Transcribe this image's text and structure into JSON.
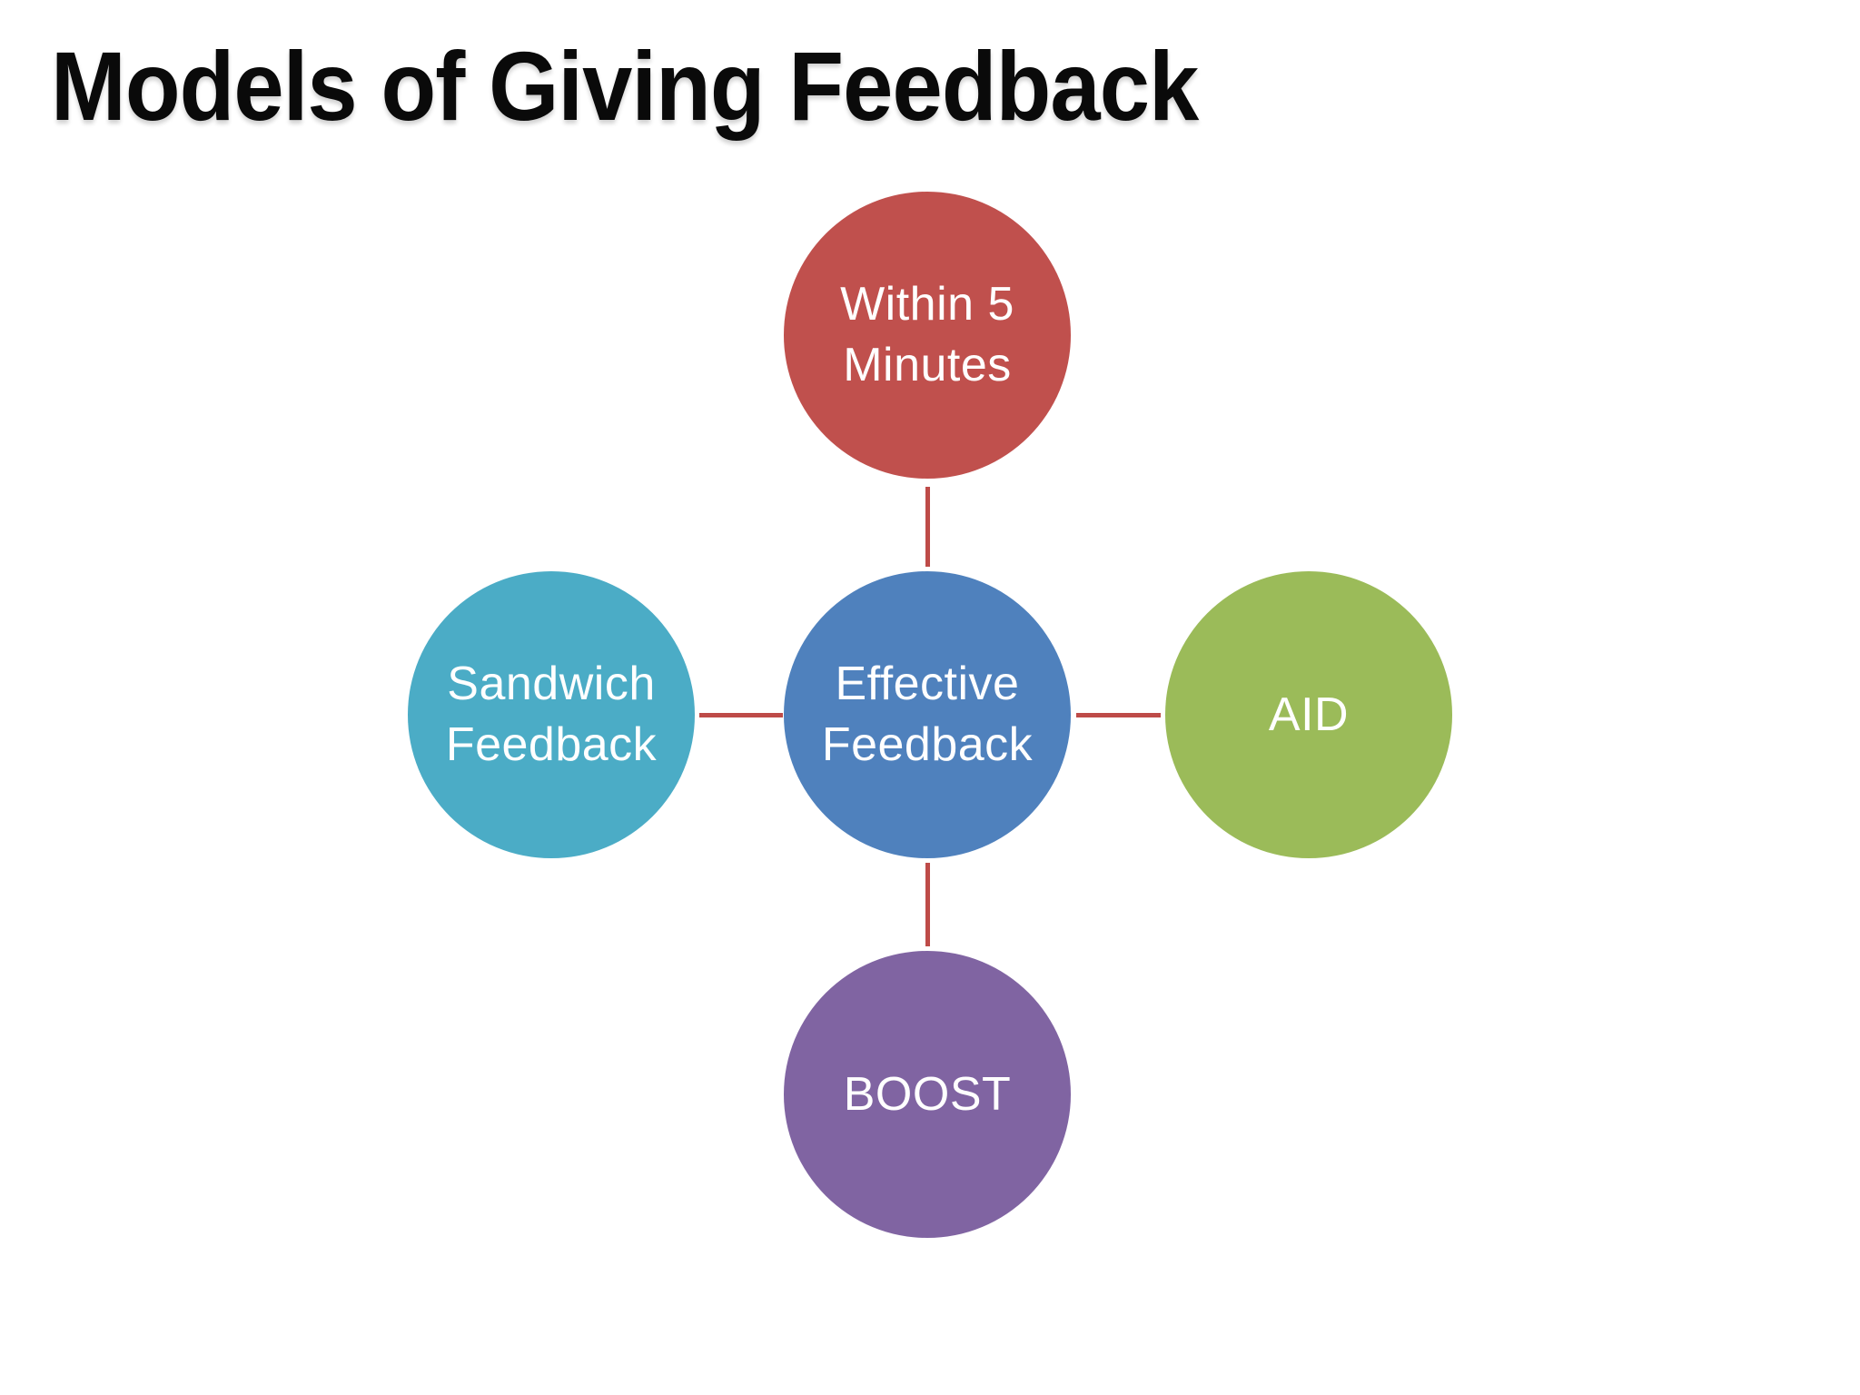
{
  "slide": {
    "title": "Models of Giving Feedback",
    "title_color": "#0a0a0a",
    "background_color": "#ffffff"
  },
  "diagram": {
    "type": "radial-hub-and-spoke",
    "connector_color": "#be4b48",
    "text_color": "#ffffff",
    "center": {
      "id": "effective-feedback",
      "label": "Effective\nFeedback",
      "color": "#4f81bd"
    },
    "nodes": [
      {
        "id": "within-5-minutes",
        "position": "top",
        "label": "Within 5\nMinutes",
        "color": "#c0504d"
      },
      {
        "id": "aid",
        "position": "right",
        "label": "AID",
        "color": "#9bbb59"
      },
      {
        "id": "boost",
        "position": "bottom",
        "label": "BOOST",
        "color": "#8064a2"
      },
      {
        "id": "sandwich-feedback",
        "position": "left",
        "label": "Sandwich\nFeedback",
        "color": "#4bacc6"
      }
    ]
  }
}
